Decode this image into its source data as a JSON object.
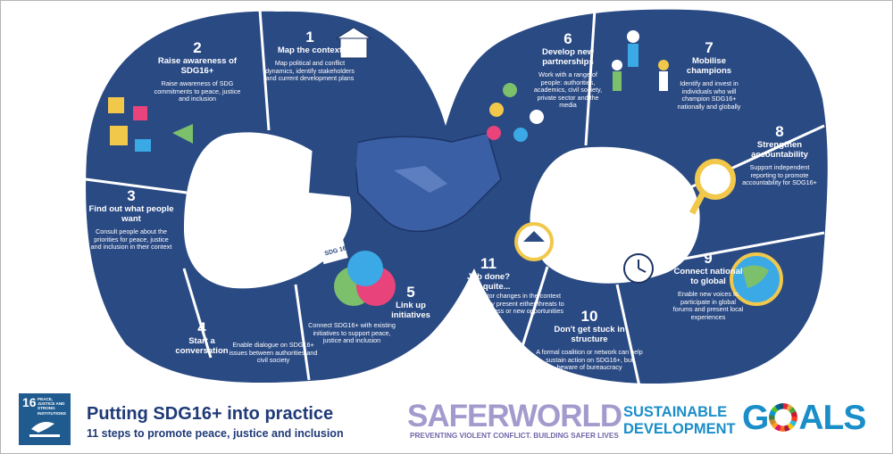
{
  "steps": [
    {
      "num": "1",
      "title": "Map the context",
      "desc": "Map political and conflict dynamics, identify stakeholders and current development plans"
    },
    {
      "num": "2",
      "title": "Raise awareness of SDG16+",
      "desc": "Raise awareness of SDG commitments to peace, justice and inclusion"
    },
    {
      "num": "3",
      "title": "Find out what people want",
      "desc": "Consult people about the priorities for peace, justice and inclusion in their context"
    },
    {
      "num": "4",
      "title": "Start a conversation",
      "desc": "Enable dialogue on SDG16+ issues between authorities and civil society"
    },
    {
      "num": "5",
      "title": "Link up initiatives",
      "desc": "Connect SDG16+ with existing initiatives to support peace, justice and inclusion"
    },
    {
      "num": "6",
      "title": "Develop new partnerships",
      "desc": "Work with a range of people: authorities, academics, civil society, private sector and the media"
    },
    {
      "num": "7",
      "title": "Mobilise champions",
      "desc": "Identify and invest in individuals who will champion SDG16+ nationally and globally"
    },
    {
      "num": "8",
      "title": "Strengthen accountability",
      "desc": "Support independent reporting to promote accountability for SDG16+"
    },
    {
      "num": "9",
      "title": "Connect national to global",
      "desc": "Enable new voices to participate in global forums and present local experiences"
    },
    {
      "num": "10",
      "title": "Don't get stuck in structure",
      "desc": "A formal coalition or network can help sustain action on SDG16+, but beware of bureaucracy"
    },
    {
      "num": "11",
      "title": "Job done? Not quite...",
      "desc": "Monitor changes in the context that may present either threats to the process or new opportunities"
    }
  ],
  "badge": {
    "text": "SDG 16"
  },
  "footer": {
    "title": "Putting SDG16+ into practice",
    "subtitle": "11 steps to promote peace, justice and inclusion",
    "sdg16_number": "16",
    "sdg16_text": "PEACE, JUSTICE AND STRONG INSTITUTIONS",
    "saferworld": "SAFERWORLD",
    "saferworld_tag": "PREVENTING VIOLENT CONFLICT. BUILDING SAFER LIVES",
    "sdg_line1": "SUSTAINABLE",
    "sdg_line2": "DEVELOPMENT",
    "goals_g": "G",
    "goals_als": "ALS"
  },
  "colors": {
    "band": "#2a4a84",
    "band_dark": "#213d70",
    "divider": "#ffffff",
    "text_dark": "#1f3a78",
    "saferworld": "#a39bcd",
    "sdg_blue": "#1a8ec9"
  },
  "icons": [
    "handshake-icon",
    "courthouse-icon",
    "megaphone-icon",
    "social-media-icon",
    "crowd-icon",
    "globe-icon",
    "magnifier-icon",
    "clock-icon",
    "partners-network-icon",
    "puzzle-icon",
    "stopwatch-icon"
  ]
}
